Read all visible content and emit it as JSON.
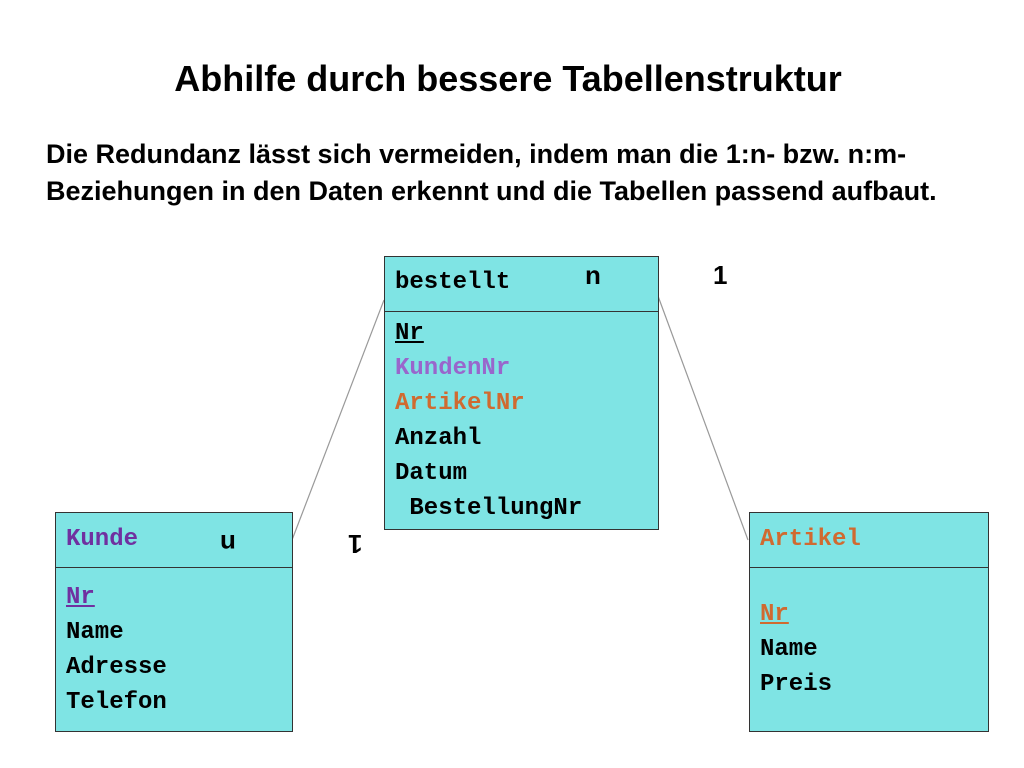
{
  "slide": {
    "title": "Abhilfe durch bessere Tabellenstruktur",
    "text": "Die Redundanz lässt sich vermeiden, indem man die 1:n- bzw. n:m-Beziehungen in den Daten erkennt und die Tabellen passend aufbaut."
  },
  "colors": {
    "box_fill": "#7fe4e4",
    "kunde_key": "#7030a0",
    "kunden_fk": "#9966cc",
    "artikel_key": "#d06a30"
  },
  "entities": {
    "bestellt": {
      "name": "bestellt",
      "attributes": [
        "Nr",
        "KundenNr",
        "ArtikelNr",
        "Anzahl",
        "Datum",
        " BestellungNr"
      ]
    },
    "kunde": {
      "name": "Kunde",
      "attributes": [
        "Nr",
        "Name",
        "Adresse",
        "Telefon"
      ]
    },
    "artikel": {
      "name": "Artikel",
      "attributes": [
        "Nr",
        "Name",
        "Preis"
      ]
    }
  },
  "cardinalities": {
    "bestellt_n": "n",
    "artikel_1": "1",
    "kunde_n": "n",
    "kunde_1": "1"
  }
}
